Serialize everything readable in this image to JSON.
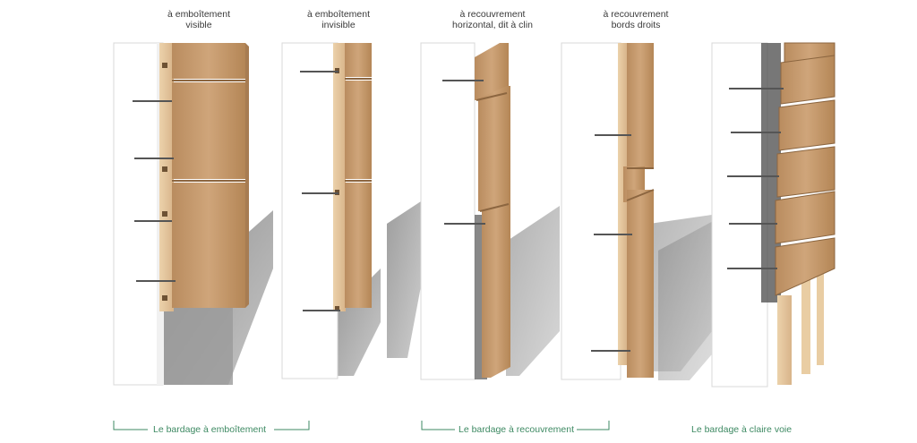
{
  "labels": {
    "a": {
      "line1": "à emboîtement",
      "line2": "visible"
    },
    "b": {
      "line1": "à emboîtement",
      "line2": "invisible"
    },
    "c": {
      "line1": "à recouvrement",
      "line2": "horizontal, dit à clin"
    },
    "d": {
      "line1": "à recouvrement",
      "line2": "bords droits"
    }
  },
  "groups": {
    "emboitement": "Le bardage à emboîtement",
    "recouvrement": "Le bardage à recouvrement",
    "claire_voie": "Le bardage à claire voie"
  },
  "colors": {
    "wood": "#c9a074",
    "wood_dark": "#a77c52",
    "wood_edge": "#e2c39a",
    "wall": "#ffffff",
    "wall_side": "#eeeeee",
    "shadow": "#8a8a8a",
    "nail": "#555555",
    "accent": "#3e8a63"
  }
}
